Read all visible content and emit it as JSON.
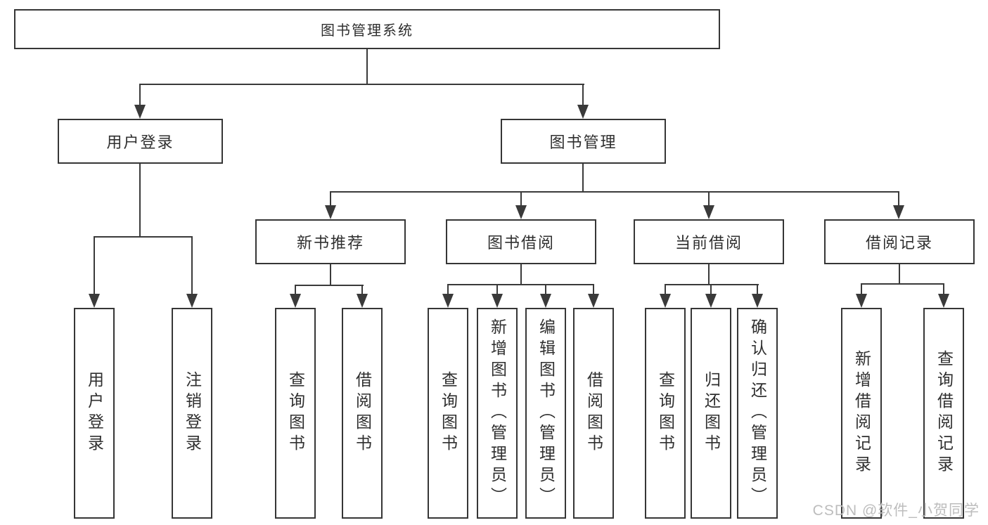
{
  "tree": {
    "root": {
      "label": "图书管理系统"
    },
    "branches": [
      {
        "label": "用户登录",
        "children": [
          {
            "label": "用户登录"
          },
          {
            "label": "注销登录"
          }
        ]
      },
      {
        "label": "图书管理",
        "children": [
          {
            "label": "新书推荐",
            "children": [
              {
                "label": "查询图书"
              },
              {
                "label": "借阅图书"
              }
            ]
          },
          {
            "label": "图书借阅",
            "children": [
              {
                "label": "查询图书"
              },
              {
                "label": "新增图书（管理员）"
              },
              {
                "label": "编辑图书（管理员）"
              },
              {
                "label": "借阅图书"
              }
            ]
          },
          {
            "label": "当前借阅",
            "children": [
              {
                "label": "查询图书"
              },
              {
                "label": "归还图书"
              },
              {
                "label": "确认归还（管理员）"
              }
            ]
          },
          {
            "label": "借阅记录",
            "children": [
              {
                "label": "新增借阅记录"
              },
              {
                "label": "查询借阅记录"
              }
            ]
          }
        ]
      }
    ]
  },
  "watermark": {
    "text": "CSDN @软件_小贺同学"
  },
  "colors": {
    "line": "#3a3a3a",
    "border": "#363636",
    "text": "#2f2f2f",
    "background": "#ffffff",
    "watermark": "#bdbdbd"
  }
}
